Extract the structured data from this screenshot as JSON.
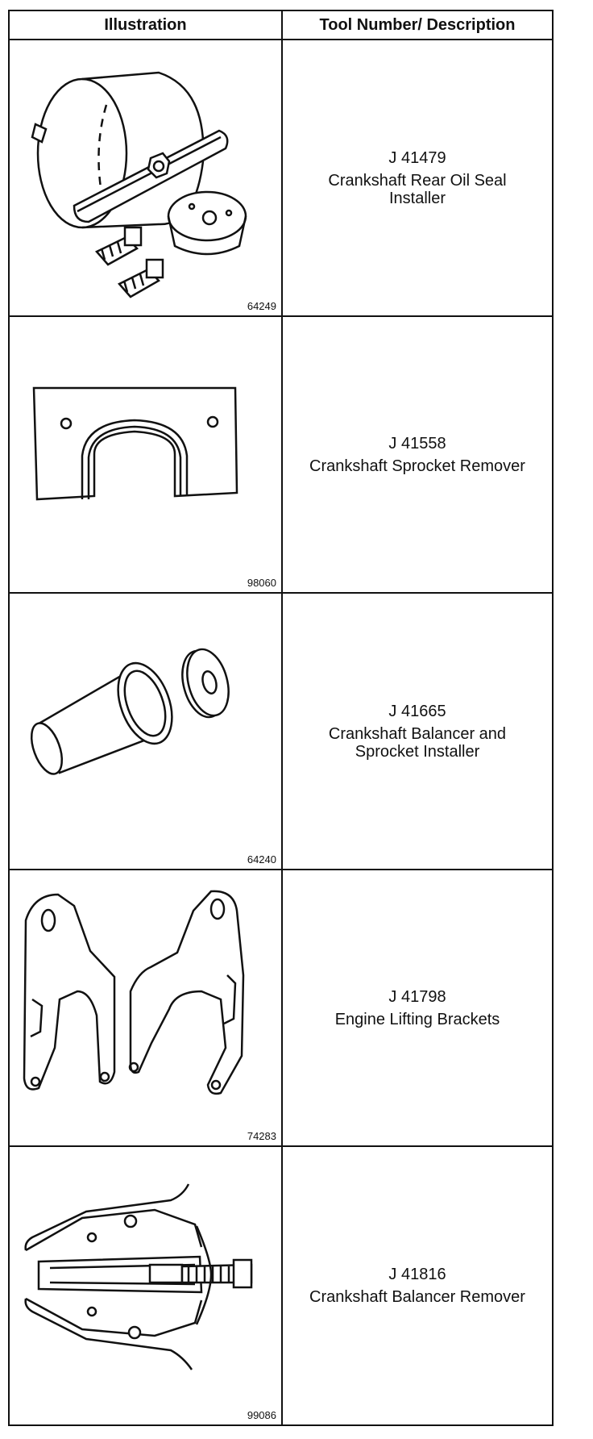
{
  "table": {
    "header": {
      "illustration": "Illustration",
      "description": "Tool Number/ Description"
    },
    "rows": [
      {
        "figure": "64249",
        "tool_number": "J 41479",
        "description": "Crankshaft Rear Oil Seal Installer"
      },
      {
        "figure": "98060",
        "tool_number": "J 41558",
        "description": "Crankshaft Sprocket Remover"
      },
      {
        "figure": "64240",
        "tool_number": "J 41665",
        "description": "Crankshaft Balancer and Sprocket Installer"
      },
      {
        "figure": "74283",
        "tool_number": "J 41798",
        "description": "Engine Lifting Brackets"
      },
      {
        "figure": "99086",
        "tool_number": "J 41816",
        "description": "Crankshaft Balancer Remover"
      }
    ]
  }
}
